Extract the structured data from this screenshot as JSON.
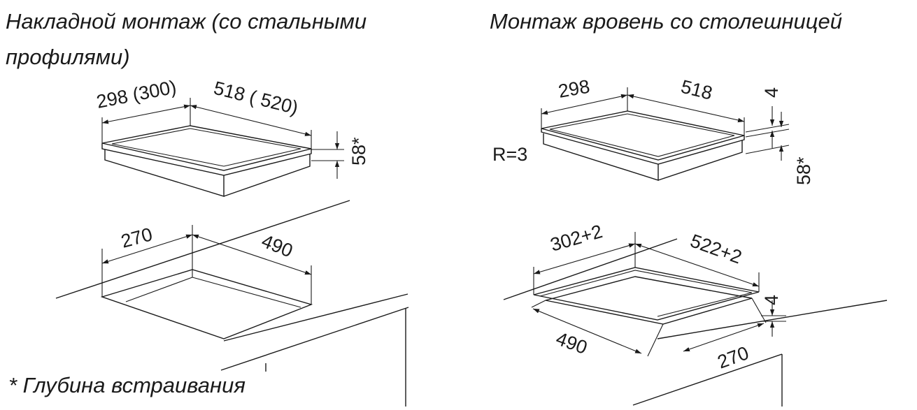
{
  "left": {
    "title_line1": "Накладной монтаж (со стальными",
    "title_line2": "профилями)",
    "hob": {
      "width": "298 (300)",
      "depth": "518 ( 520)",
      "height": "58*"
    },
    "cutout": {
      "width": "270",
      "depth": "490"
    }
  },
  "right": {
    "title": "Монтаж вровень со столешницей",
    "hob": {
      "width": "298",
      "depth": "518",
      "frame": "4",
      "height": "58*",
      "radius": "R=3"
    },
    "cutout": {
      "width": "302+2",
      "depth": "522+2",
      "step": "4",
      "inner_depth": "490",
      "inner_width": "270"
    }
  },
  "footnote": "* Глубина встраивания"
}
